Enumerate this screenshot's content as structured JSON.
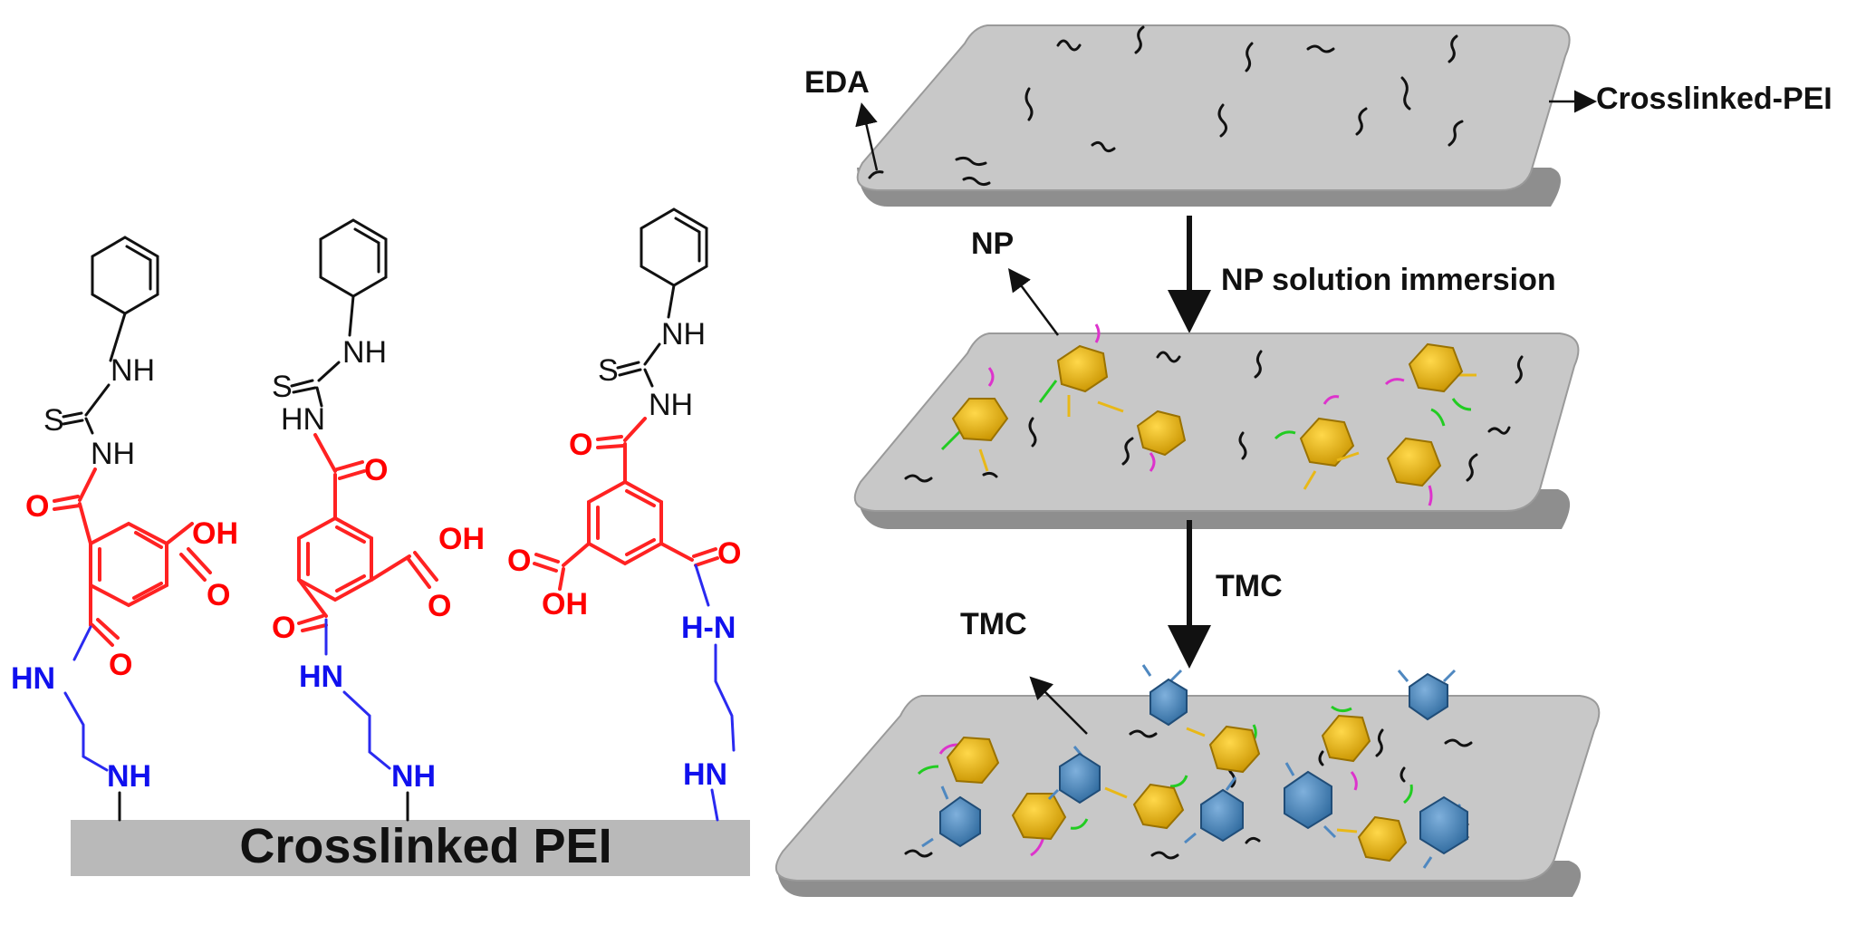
{
  "left_panel": {
    "base_label": "Crosslinked PEI",
    "atoms": {
      "nh": "NH",
      "hn": "HN",
      "s": "S",
      "o": "O",
      "oh": "OH",
      "hn_blue": "HN",
      "nh_blue": "NH",
      "h_n_blue": "H-N"
    }
  },
  "right_panel": {
    "labels": {
      "eda": "EDA",
      "crosslinked_pei": "Crosslinked-PEI",
      "np": "NP",
      "np_step": "NP solution immersion",
      "tmc_step": "TMC",
      "tmc": "TMC"
    }
  },
  "colors": {
    "plate": "#c8c8c8",
    "plate_edge": "#8e8e8e",
    "np_yellow": "#e8b818",
    "tmc_blue": "#4f88c0",
    "red_fragment": "#ff0000",
    "blue_fragment": "#1010ee",
    "green_chain": "#22cc22",
    "magenta_chain": "#dd33cc"
  }
}
